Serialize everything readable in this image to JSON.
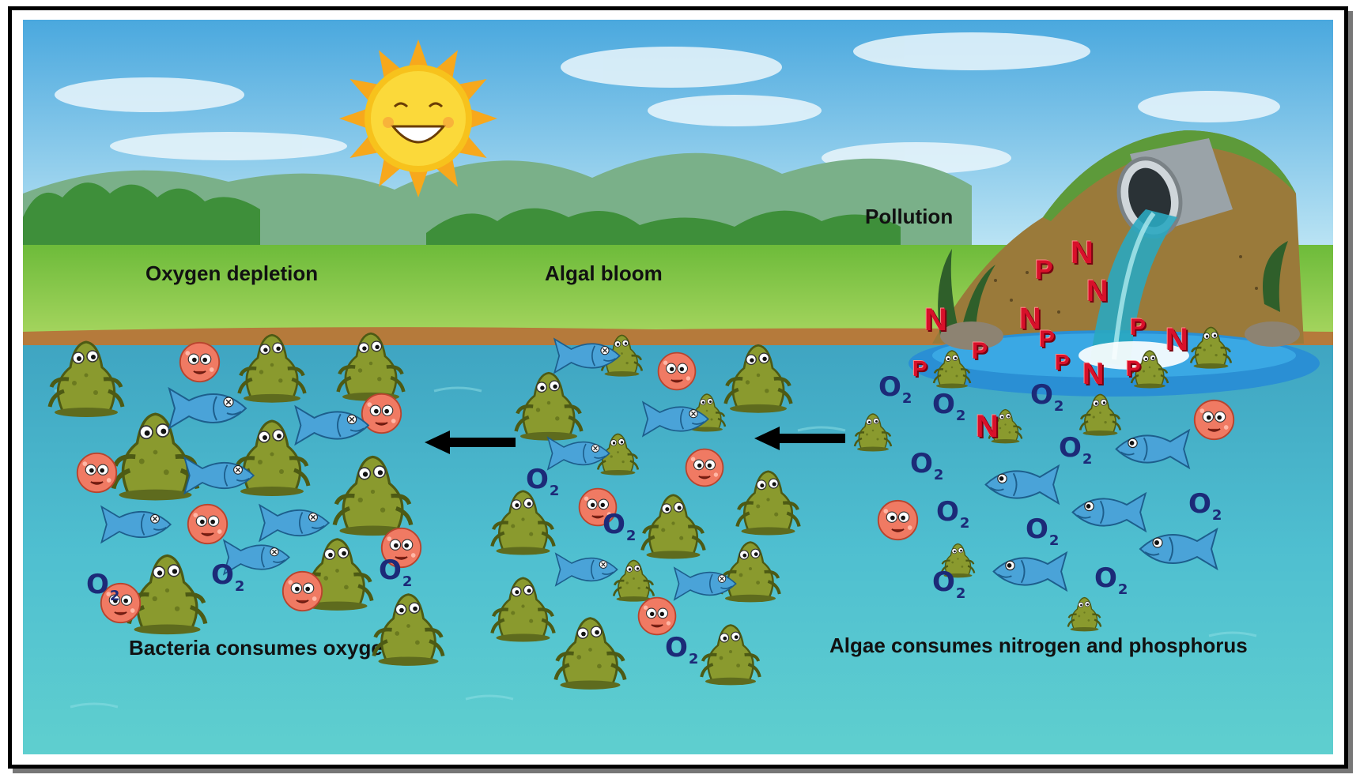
{
  "labels": {
    "pollution": "Pollution",
    "oxygen_depletion": "Oxygen depletion",
    "algal_bloom": "Algal bloom",
    "bacteria_consumes": "Bacteria consumes oxygen",
    "algae_consumes": "Algae consumes nitrogen and phosphorus"
  },
  "oxygen_symbol": {
    "main": "O",
    "sub": "2"
  },
  "nutrients": {
    "nitrogen": "N",
    "phosphorus": "P"
  },
  "colors": {
    "water": "#4fbfd0",
    "algae": "#8a9a2e",
    "bacteria": "#f07a63",
    "fish": "#4aa3d8",
    "oxygen": "#1c2a78",
    "nutrient": "#d8102a",
    "sun": "#f7c21c"
  },
  "icons": [
    "sun-icon",
    "drain-pipe-icon",
    "algae-icon",
    "bacteria-icon",
    "fish-icon",
    "arrow-left-icon"
  ]
}
